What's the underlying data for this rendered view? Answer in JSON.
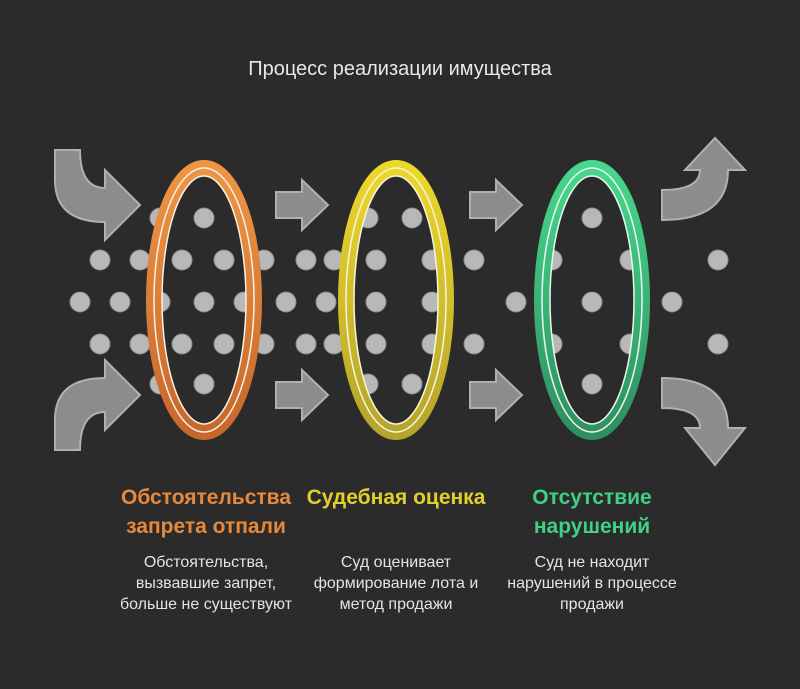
{
  "title": "Процесс реализации имущества",
  "stages": [
    {
      "heading": "Обстоятельства запрета отпали",
      "description": "Обстоятельства, вызвавшие запрет, больше не существуют",
      "color": "#e8893a"
    },
    {
      "heading": "Судебная оценка",
      "description": "Суд оценивает формирование лота и метод продажи",
      "color": "#e4cf2a"
    },
    {
      "heading": "Отсутствие нарушений",
      "description": "Суд не находит нарушений в процессе продажи",
      "color": "#3fcf85"
    }
  ],
  "colors": {
    "background": "#2b2b2b",
    "arrow": "#8c8c8c",
    "dot": "#b8b8b8"
  },
  "icons": {
    "rings": "ellipse-ring-icon",
    "arrows": "arrow-icon",
    "particles": "dot-icon"
  }
}
